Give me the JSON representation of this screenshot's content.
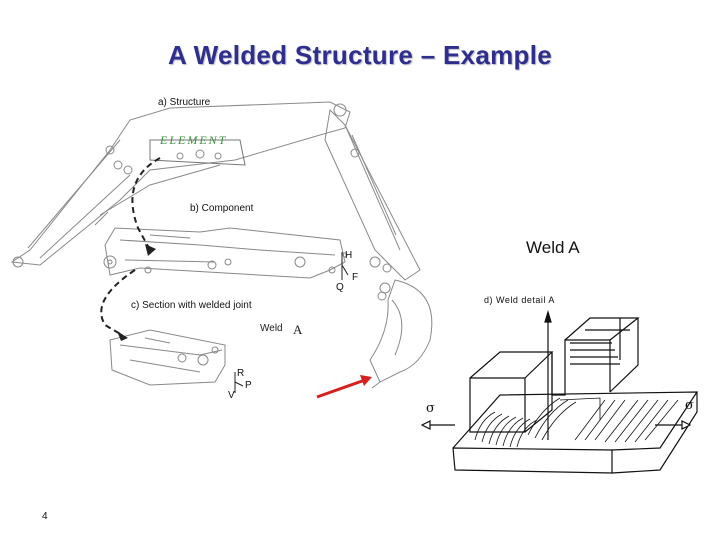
{
  "title": "A Welded Structure – Example",
  "labels": {
    "structure": "a) Structure",
    "element": "ELEMENT",
    "component": "b) Component",
    "section": "c) Section with welded joint",
    "weld_detail": "d) Weld detail A",
    "weld_a_large": "Weld A",
    "weld_small": "Weld",
    "weld_small_letter": "A"
  },
  "force_letters": {
    "H": "H",
    "F": "F",
    "Q": "Q",
    "R": "R",
    "P": "P",
    "V": "V"
  },
  "sigma": "σ",
  "page_number": "4",
  "colors": {
    "title": "#2e2e8c",
    "element_text": "#3a8f3a",
    "red_arrow": "#d42020",
    "line": "#555555"
  }
}
